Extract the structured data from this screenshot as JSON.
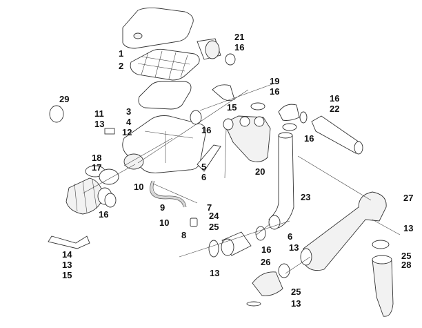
{
  "diagram": {
    "type": "exploded-parts-diagram",
    "subject": "air intake assembly",
    "callouts": [
      {
        "id": "c1",
        "label": "1"
      },
      {
        "id": "c2",
        "label": "2"
      },
      {
        "id": "c21",
        "label": "21"
      },
      {
        "id": "c16a",
        "label": "16"
      },
      {
        "id": "c29",
        "label": "29"
      },
      {
        "id": "c11",
        "label": "11"
      },
      {
        "id": "c13a",
        "label": "13"
      },
      {
        "id": "c3",
        "label": "3"
      },
      {
        "id": "c4",
        "label": "4"
      },
      {
        "id": "c12",
        "label": "12"
      },
      {
        "id": "c16b",
        "label": "16"
      },
      {
        "id": "c19",
        "label": "19"
      },
      {
        "id": "c16c",
        "label": "16"
      },
      {
        "id": "c15a",
        "label": "15"
      },
      {
        "id": "c16d",
        "label": "16"
      },
      {
        "id": "c22",
        "label": "22"
      },
      {
        "id": "c16e",
        "label": "16"
      },
      {
        "id": "c18",
        "label": "18"
      },
      {
        "id": "c17",
        "label": "17"
      },
      {
        "id": "c5",
        "label": "5"
      },
      {
        "id": "c6a",
        "label": "6"
      },
      {
        "id": "c20",
        "label": "20"
      },
      {
        "id": "c10a",
        "label": "10"
      },
      {
        "id": "c9",
        "label": "9"
      },
      {
        "id": "c7",
        "label": "7"
      },
      {
        "id": "c23",
        "label": "23"
      },
      {
        "id": "c16f",
        "label": "16"
      },
      {
        "id": "c10b",
        "label": "10"
      },
      {
        "id": "c8",
        "label": "8"
      },
      {
        "id": "c24",
        "label": "24"
      },
      {
        "id": "c25a",
        "label": "25"
      },
      {
        "id": "c27",
        "label": "27"
      },
      {
        "id": "c13b",
        "label": "13"
      },
      {
        "id": "c6b",
        "label": "6"
      },
      {
        "id": "c16g",
        "label": "16"
      },
      {
        "id": "c13c",
        "label": "13"
      },
      {
        "id": "c25b",
        "label": "25"
      },
      {
        "id": "c28",
        "label": "28"
      },
      {
        "id": "c14",
        "label": "14"
      },
      {
        "id": "c13d",
        "label": "13"
      },
      {
        "id": "c15b",
        "label": "15"
      },
      {
        "id": "c13e",
        "label": "13"
      },
      {
        "id": "c26",
        "label": "26"
      },
      {
        "id": "c25c",
        "label": "25"
      },
      {
        "id": "c13f",
        "label": "13"
      }
    ]
  }
}
